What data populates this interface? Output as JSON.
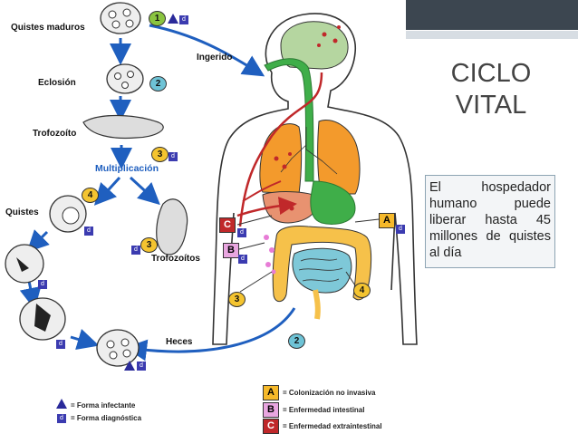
{
  "title": {
    "line1": "CICLO",
    "line2": "VITAL"
  },
  "info_box": "El hospedador humano puede liberar hasta 45 millones de quistes al día",
  "diagram": {
    "quistes_maduros": "Quistes maduros",
    "eclosion": "Eclosión",
    "trofozoito": "Trofozoíto",
    "multiplicacion": "Multiplicación",
    "quistes": "Quistes",
    "trofozoitos": "Trofozoítos",
    "ingerido": "Ingerido",
    "heces": "Heces",
    "badges": {
      "n1": "1",
      "n2": "2",
      "n3": "3",
      "n4": "4",
      "A": "A",
      "B": "B",
      "C": "C",
      "d": "d"
    }
  },
  "legend": {
    "forma_infectante": "= Forma infectante",
    "forma_diagnostica": "= Forma diagnóstica",
    "A": "= Colonización no invasiva",
    "B": "= Enfermedad intestinal",
    "C": "= Enfermedad extraintestinal"
  },
  "colors": {
    "header_dark": "#3c4650",
    "header_light": "#d7dde3",
    "arrow_blue": "#1f5fbf",
    "lungs": "#f39a2c",
    "brain": "#b5d6a0",
    "gut_green": "#3fae49",
    "intestine": "#7ec8d8",
    "colon": "#f6c14a",
    "blood_red": "#c0282a"
  }
}
